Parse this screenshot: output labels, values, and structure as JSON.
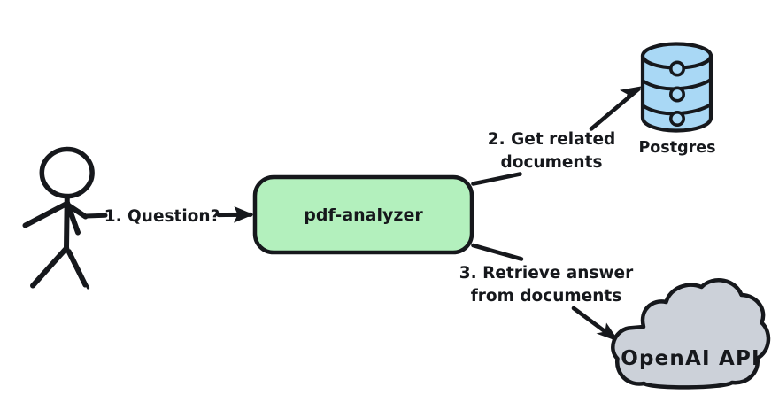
{
  "diagram": {
    "title": "pdf-analyzer architecture flow",
    "background": "#ffffff",
    "ink_color": "#16181c",
    "nodes": {
      "user": {
        "name": "user-stick-figure",
        "label": "",
        "shape": "stick-figure"
      },
      "service": {
        "name": "pdf-analyzer",
        "label": "pdf-analyzer",
        "shape": "rounded-rectangle",
        "fill": "#b3f0bd",
        "stroke": "#16181c"
      },
      "database": {
        "name": "postgres-database",
        "label": "Postgres",
        "shape": "cylinder",
        "fill": "#a9d8f5",
        "stroke": "#16181c",
        "segments": 3
      },
      "cloud": {
        "name": "openai-api-cloud",
        "label": "OpenAI API",
        "shape": "cloud",
        "fill": "#ccd1d9",
        "stroke": "#16181c"
      }
    },
    "edges": [
      {
        "id": "edge-question",
        "label": "1. Question?",
        "label_lines": [
          "1. Question?"
        ],
        "from": "user",
        "to": "service"
      },
      {
        "id": "edge-get-documents",
        "label": "2. Get related documents",
        "label_lines": [
          "2. Get related",
          "documents"
        ],
        "from": "service",
        "to": "database"
      },
      {
        "id": "edge-retrieve-answer",
        "label": "3. Retrieve answer from documents",
        "label_lines": [
          "3. Retrieve answer",
          "from documents"
        ],
        "from": "service",
        "to": "cloud"
      }
    ]
  }
}
